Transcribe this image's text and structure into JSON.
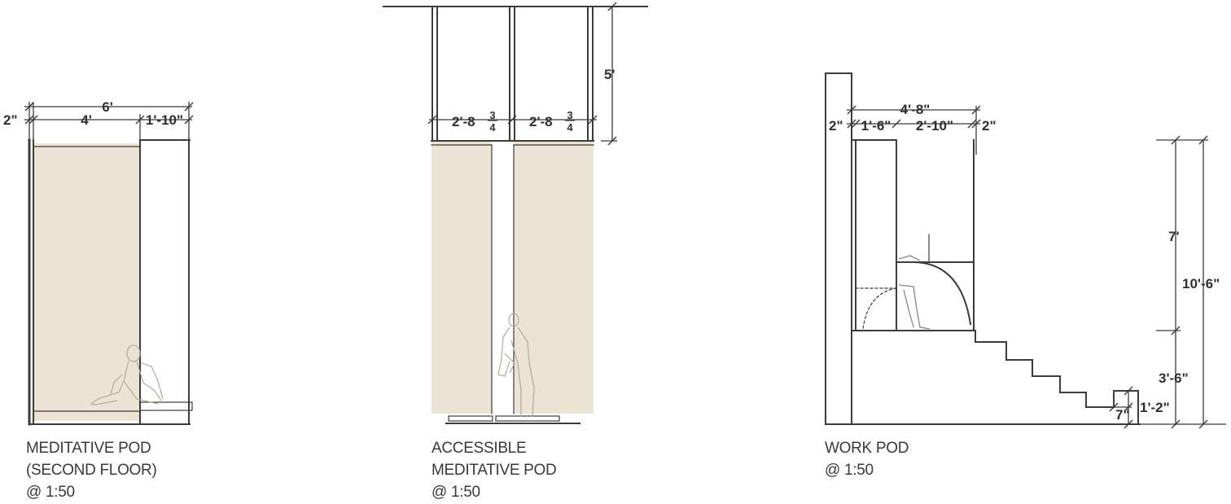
{
  "drawings": {
    "meditative_pod": {
      "dims": {
        "total": "6'",
        "left_wall": "2\"",
        "main": "4'",
        "right": "1'-10\""
      },
      "caption": [
        "MEDITATIVE POD",
        "(SECOND FLOOR)",
        "@ 1:50"
      ]
    },
    "accessible_pod": {
      "dims": {
        "height": "5'",
        "left_bay": "2'-8",
        "right_bay": "2'-8",
        "frac_num": "3",
        "frac_den": "4"
      },
      "caption": [
        "ACCESSIBLE",
        "MEDITATIVE POD",
        "@ 1:50"
      ]
    },
    "work_pod": {
      "dims": {
        "total": "4'-8\"",
        "left_wall": "2\"",
        "seat": "1'-6\"",
        "desk": "2'-10\"",
        "right_wall": "2\"",
        "pod_height": "7'",
        "total_height": "10'-6\"",
        "base_height": "3'-6\"",
        "step_rise": "1'-2\"",
        "step_run": "7\""
      },
      "caption": [
        "WORK POD",
        "@ 1:50"
      ]
    }
  }
}
